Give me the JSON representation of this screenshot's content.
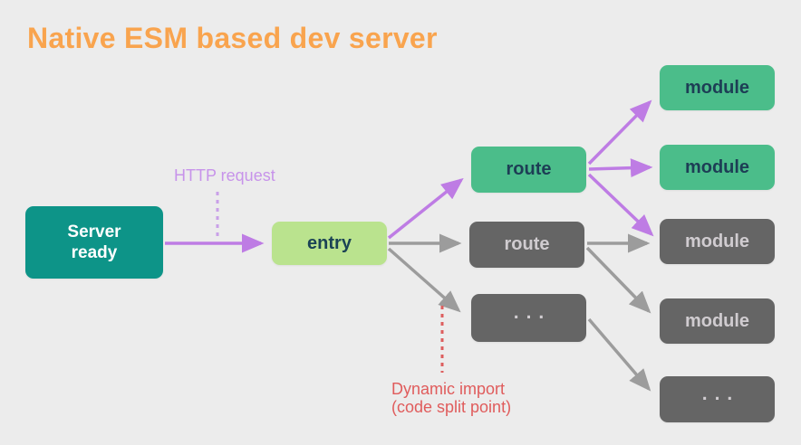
{
  "title": "Native ESM based dev server",
  "nodes": {
    "server": {
      "line1": "Server",
      "line2": "ready"
    },
    "entry": {
      "label": "entry"
    },
    "route_active": {
      "label": "route"
    },
    "route_inactive": {
      "label": "route"
    },
    "routes_more": {
      "label": "..."
    },
    "module_1": {
      "label": "module"
    },
    "module_2": {
      "label": "module"
    },
    "module_3": {
      "label": "module"
    },
    "module_4": {
      "label": "module"
    },
    "modules_more": {
      "label": "..."
    }
  },
  "annotations": {
    "http_request": "HTTP request",
    "dynamic_import_line1": "Dynamic import",
    "dynamic_import_line2": "(code split point)"
  },
  "colors": {
    "background": "#ececec",
    "title_orange": "#f9a44e",
    "teal": "#0d9488",
    "green": "#4bbd8a",
    "light_green": "#bae38e",
    "gray_box": "#656565",
    "purple_arrow": "#be7ce4",
    "purple_label": "#c793ea",
    "gray_arrow": "#9c9c9c",
    "red_label": "#e05c5c",
    "navy_text": "#1d3e55",
    "white_text": "#ffffff",
    "gray_box_text": "#d0ccd0"
  }
}
